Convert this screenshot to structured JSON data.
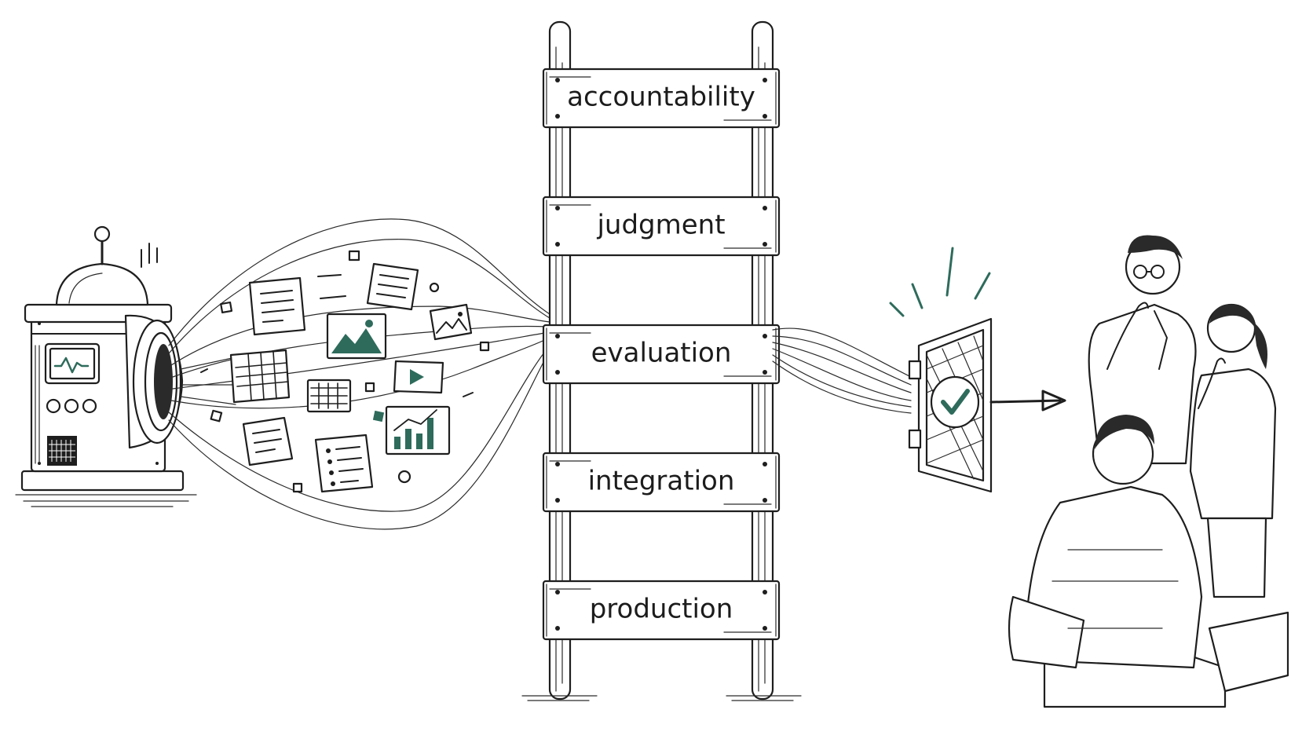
{
  "ladder": {
    "rungs": [
      {
        "label": "accountability"
      },
      {
        "label": "judgment"
      },
      {
        "label": "evaluation"
      },
      {
        "label": "integration"
      },
      {
        "label": "production"
      }
    ]
  },
  "colors": {
    "ink": "#1e1e1e",
    "accent": "#2e6b5b",
    "background": "#ffffff",
    "plank": "#ffffff"
  },
  "icons": [
    "machine-icon",
    "document-icon",
    "image-icon",
    "table-icon",
    "video-icon",
    "bar-chart-icon",
    "checklist-icon",
    "gate-icon",
    "checkmark-icon",
    "arrow-right-icon",
    "person-icon"
  ]
}
